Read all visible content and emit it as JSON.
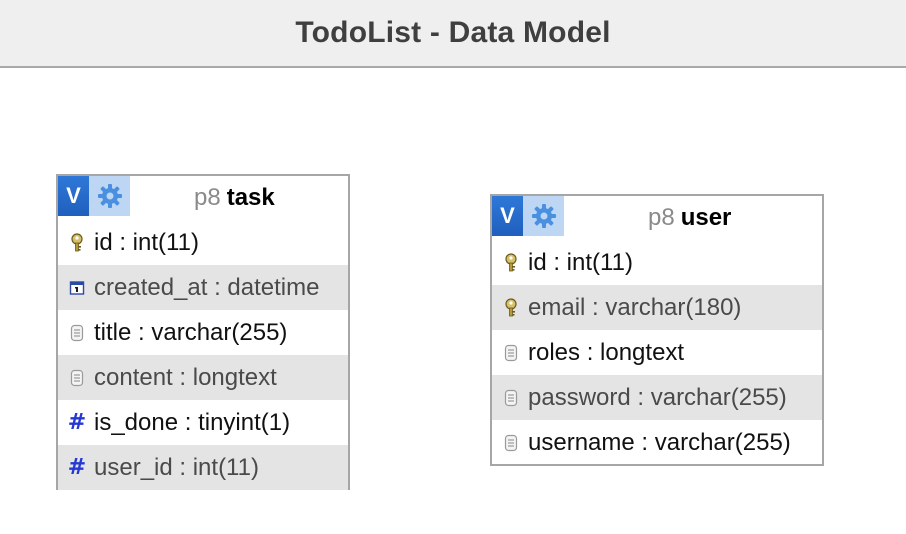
{
  "page_title": "TodoList - Data Model",
  "tables": [
    {
      "id": "task",
      "schema": "p8",
      "name": "task",
      "header_button_label": "V",
      "columns": [
        {
          "text": "id : int(11)",
          "icon": "key-icon"
        },
        {
          "text": "created_at : datetime",
          "icon": "calendar-icon"
        },
        {
          "text": "title : varchar(255)",
          "icon": "text-field-icon"
        },
        {
          "text": "content : longtext",
          "icon": "text-field-icon"
        },
        {
          "text": "is_done : tinyint(1)",
          "icon": "number-icon"
        },
        {
          "text": "user_id : int(11)",
          "icon": "number-icon"
        }
      ]
    },
    {
      "id": "user",
      "schema": "p8",
      "name": "user",
      "header_button_label": "V",
      "columns": [
        {
          "text": "id : int(11)",
          "icon": "key-icon"
        },
        {
          "text": "email : varchar(180)",
          "icon": "key-icon"
        },
        {
          "text": "roles : longtext",
          "icon": "text-field-icon"
        },
        {
          "text": "password : varchar(255)",
          "icon": "text-field-icon"
        },
        {
          "text": "username : varchar(255)",
          "icon": "text-field-icon"
        }
      ]
    }
  ]
}
